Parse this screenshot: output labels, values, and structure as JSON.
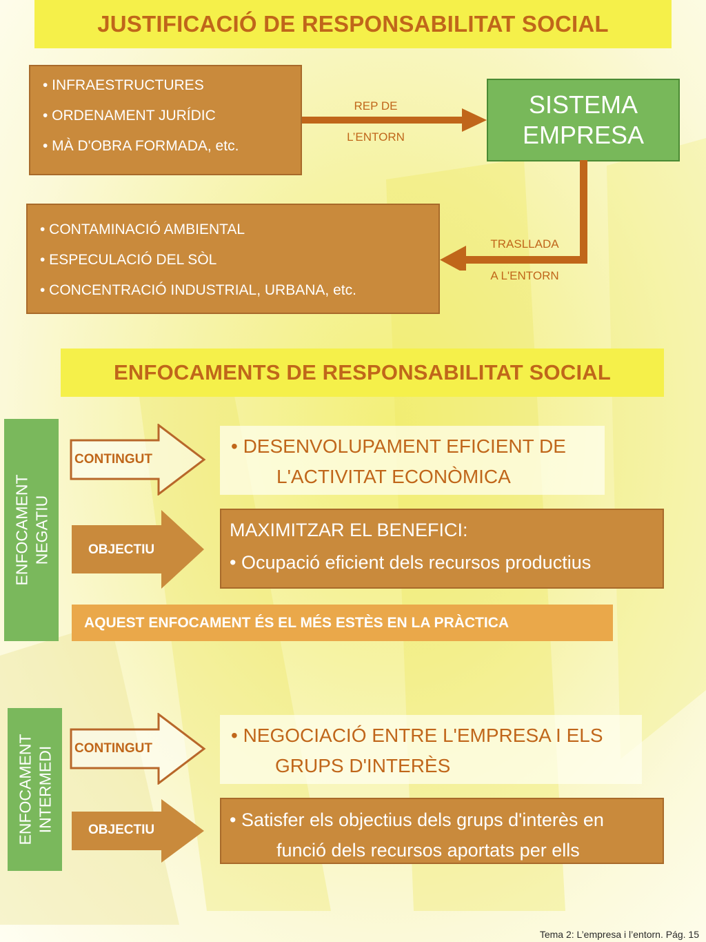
{
  "section1": {
    "title": "JUSTIFICACIÓ DE RESPONSABILITAT SOCIAL",
    "input_box": {
      "items": [
        "• INFRAESTRUCTURES",
        "• ORDENAMENT JURÍDIC",
        "• MÀ D'OBRA FORMADA, etc."
      ]
    },
    "arrow_in": {
      "line1": "REP DE",
      "line2": "L’ENTORN"
    },
    "system_box": {
      "line1": "SISTEMA",
      "line2": "EMPRESA"
    },
    "arrow_out": {
      "line1": "TRASLLADA",
      "line2": "A L'ENTORN"
    },
    "output_box": {
      "items": [
        "• CONTAMINACIÓ AMBIENTAL",
        "• ESPECULACIÓ DEL SÒL",
        "• CONCENTRACIÓ INDUSTRIAL, URBANA, etc."
      ]
    }
  },
  "section2": {
    "title": "ENFOCAMENTS DE RESPONSABILITAT SOCIAL",
    "negatiu": {
      "label_line1": "ENFOCAMENT",
      "label_line2": "NEGATIU",
      "contingut_label": "CONTINGUT",
      "contingut_line1": "• DESENVOLUPAMENT EFICIENT DE",
      "contingut_line2": "L'ACTIVITAT ECONÒMICA",
      "objectiu_label": "OBJECTIU",
      "objectiu_line1": "MAXIMITZAR EL BENEFICI:",
      "objectiu_line2": "• Ocupació eficient dels recursos productius",
      "note": "AQUEST ENFOCAMENT ÉS EL MÉS ESTÈS EN LA PRÀCTICA"
    },
    "intermedi": {
      "label_line1": "ENFOCAMENT",
      "label_line2": "INTERMEDI",
      "contingut_label": "CONTINGUT",
      "contingut_line1": "• NEGOCIACIÓ ENTRE L'EMPRESA I ELS",
      "contingut_line2": "GRUPS D'INTERÈS",
      "objectiu_label": "OBJECTIU",
      "objectiu_line1": "• Satisfer els objectius dels grups d'interès en",
      "objectiu_line2": "funció dels recursos aportats per ells"
    }
  },
  "footer": "Tema 2: L’empresa i  l’entorn. Pág. 15",
  "colors": {
    "banner": "#f5f04a",
    "title_text": "#c0661a",
    "brown_box": "#c98a3c",
    "green_box": "#78b85a",
    "arrow": "#c0661a"
  }
}
